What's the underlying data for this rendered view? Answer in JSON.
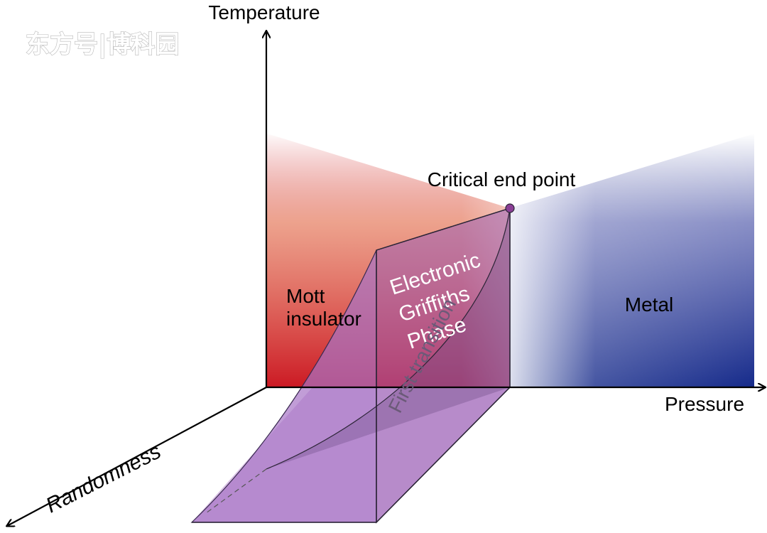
{
  "watermark": "东方号|博科园",
  "axes": {
    "temperature": "Temperature",
    "pressure": "Pressure",
    "randomness": "Randomness"
  },
  "regions": {
    "mott_line1": "Mott",
    "mott_line2": "insulator",
    "metal": "Metal",
    "griffiths_line1": "Electronic",
    "griffiths_line2": "Griffiths",
    "griffiths_line3": "Phase",
    "first_transition": "First transition"
  },
  "annotations": {
    "critical_end_point": "Critical end point"
  },
  "colors": {
    "insulator": "#cc1a24",
    "metal": "#152a8a",
    "griffiths_surface": "#9b5fb5",
    "critical_point": "#8a3e95"
  }
}
